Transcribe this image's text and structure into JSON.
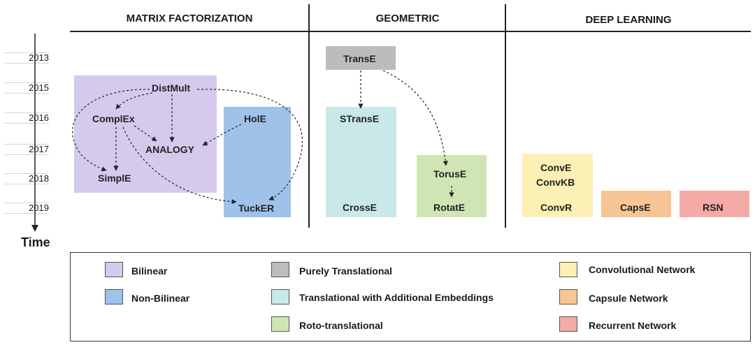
{
  "headers": {
    "matrix": "MATRIX FACTORIZATION",
    "geometric": "GEOMETRIC",
    "deep": "DEEP LEARNING"
  },
  "timeline": {
    "years": [
      "2013",
      "2015",
      "2016",
      "2017",
      "2018",
      "2019"
    ],
    "label": "Time"
  },
  "models": {
    "distmult": "DistMult",
    "complex": "ComplEx",
    "analogy": "ANALOGY",
    "simple": "SimplE",
    "hole": "HolE",
    "tucker": "TuckER",
    "transe": "TransE",
    "stranse": "STransE",
    "crosse": "CrossE",
    "toruse": "TorusE",
    "rotate": "RotatE",
    "conve": "ConvE",
    "convkb": "ConvKB",
    "convr": "ConvR",
    "capse": "CapsE",
    "rsn": "RSN"
  },
  "legend": {
    "bilinear": "Bilinear",
    "non_bilinear": "Non-Bilinear",
    "purely_translational": "Purely Translational",
    "translational_additional": "Translational with Additional Embeddings",
    "roto_translational": "Roto-translational",
    "convolutional": "Convolutional Network",
    "capsule": "Capsule Network",
    "recurrent": "Recurrent Network"
  },
  "colors": {
    "bilinear": "#d5c9ee",
    "non_bilinear": "#9fc2ea",
    "purely_translational": "#bcbcbc",
    "translational_additional": "#c8e9e7",
    "roto_translational": "#cfe6b4",
    "convolutional": "#fdf0b4",
    "capsule": "#f7c694",
    "recurrent": "#f4aaa6"
  }
}
